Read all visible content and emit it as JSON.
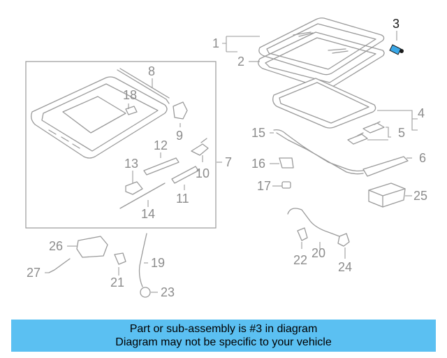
{
  "diagram": {
    "highlighted_part": "3",
    "callouts": {
      "c1": "1",
      "c2": "2",
      "c3": "3",
      "c4": "4",
      "c5": "5",
      "c6": "6",
      "c7": "7",
      "c8": "8",
      "c9": "9",
      "c10": "10",
      "c11": "11",
      "c12": "12",
      "c13": "13",
      "c14": "14",
      "c15": "15",
      "c16": "16",
      "c17": "17",
      "c18": "18",
      "c19": "19",
      "c20": "20",
      "c21": "21",
      "c22": "22",
      "c23": "23",
      "c24": "24",
      "c25": "25",
      "c26": "26",
      "c27": "27"
    }
  },
  "banner": {
    "line1": "Part or sub-assembly is #3 in diagram",
    "line2": "Diagram may not be specific to your vehicle"
  },
  "colors": {
    "banner": "#5bc0f2",
    "highlight_part": "#3aa8e8",
    "line_art": "#9a9a9a"
  }
}
